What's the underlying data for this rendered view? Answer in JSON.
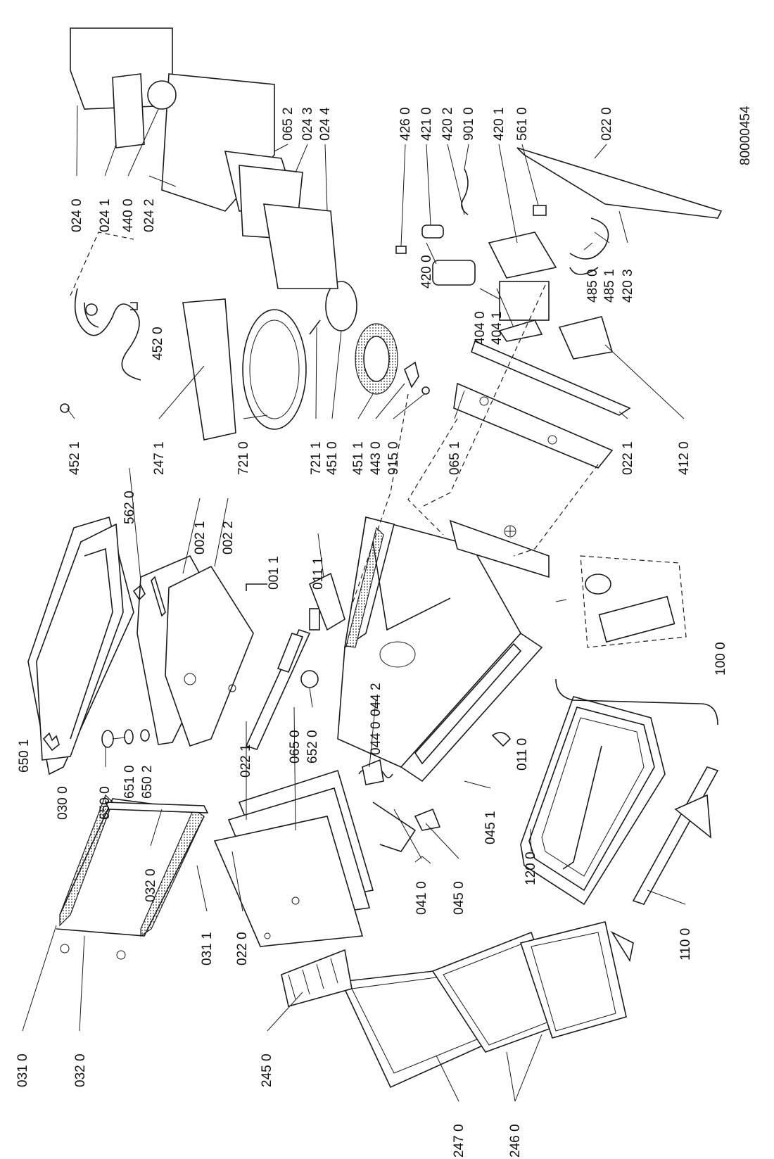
{
  "drawing": {
    "doc_code": "80000454",
    "labels": {
      "p0310": "031 0",
      "p0320b": "032 0",
      "p2450": "245 0",
      "p2470b": "247 0",
      "p2460": "246 0",
      "p0220b": "022 0",
      "p0311": "031 1",
      "p0320a": "032 0",
      "p6501": "650 1",
      "p0300": "030 0",
      "p6500": "650 0",
      "p6510": "651 0",
      "p6502": "650 2",
      "p0650": "065 0",
      "p6520": "652 0",
      "p0221b": "022 1",
      "p0440": "044 0",
      "p0442": "044 2",
      "p0410": "041 0",
      "p0450": "045 0",
      "p0451": "045 1",
      "p0110": "011 0",
      "p1200": "120 0",
      "p1100": "110 0",
      "p1000": "100 0",
      "p5620": "562 0",
      "p0021": "002 1",
      "p0022": "002 2",
      "p0011": "001 1",
      "p0111": "011 1",
      "p4521": "452 1",
      "p2471": "247 1",
      "p7210": "721 0",
      "p4520": "452 0",
      "p7211": "721 1",
      "p4510": "451 0",
      "p4511": "451 1",
      "p4430": "443 0",
      "p9150": "915 0",
      "p0651": "065 1",
      "p0240": "024 0",
      "p0241": "024 1",
      "p4400": "440 0",
      "p0242": "024 2",
      "p0652": "065 2",
      "p0243": "024 3",
      "p0244": "024 4",
      "p4260": "426 0",
      "p4210": "421 0",
      "p4202": "420 2",
      "p9010": "901 0",
      "p4201": "420 1",
      "p5610": "561 0",
      "p0220a": "022 0",
      "p4200": "420 0",
      "p4040": "404 0",
      "p4041": "404 1",
      "p4850": "485 0",
      "p4851": "485 1",
      "p4203": "420 3",
      "p0221a": "022 1",
      "p4120": "412 0"
    }
  }
}
